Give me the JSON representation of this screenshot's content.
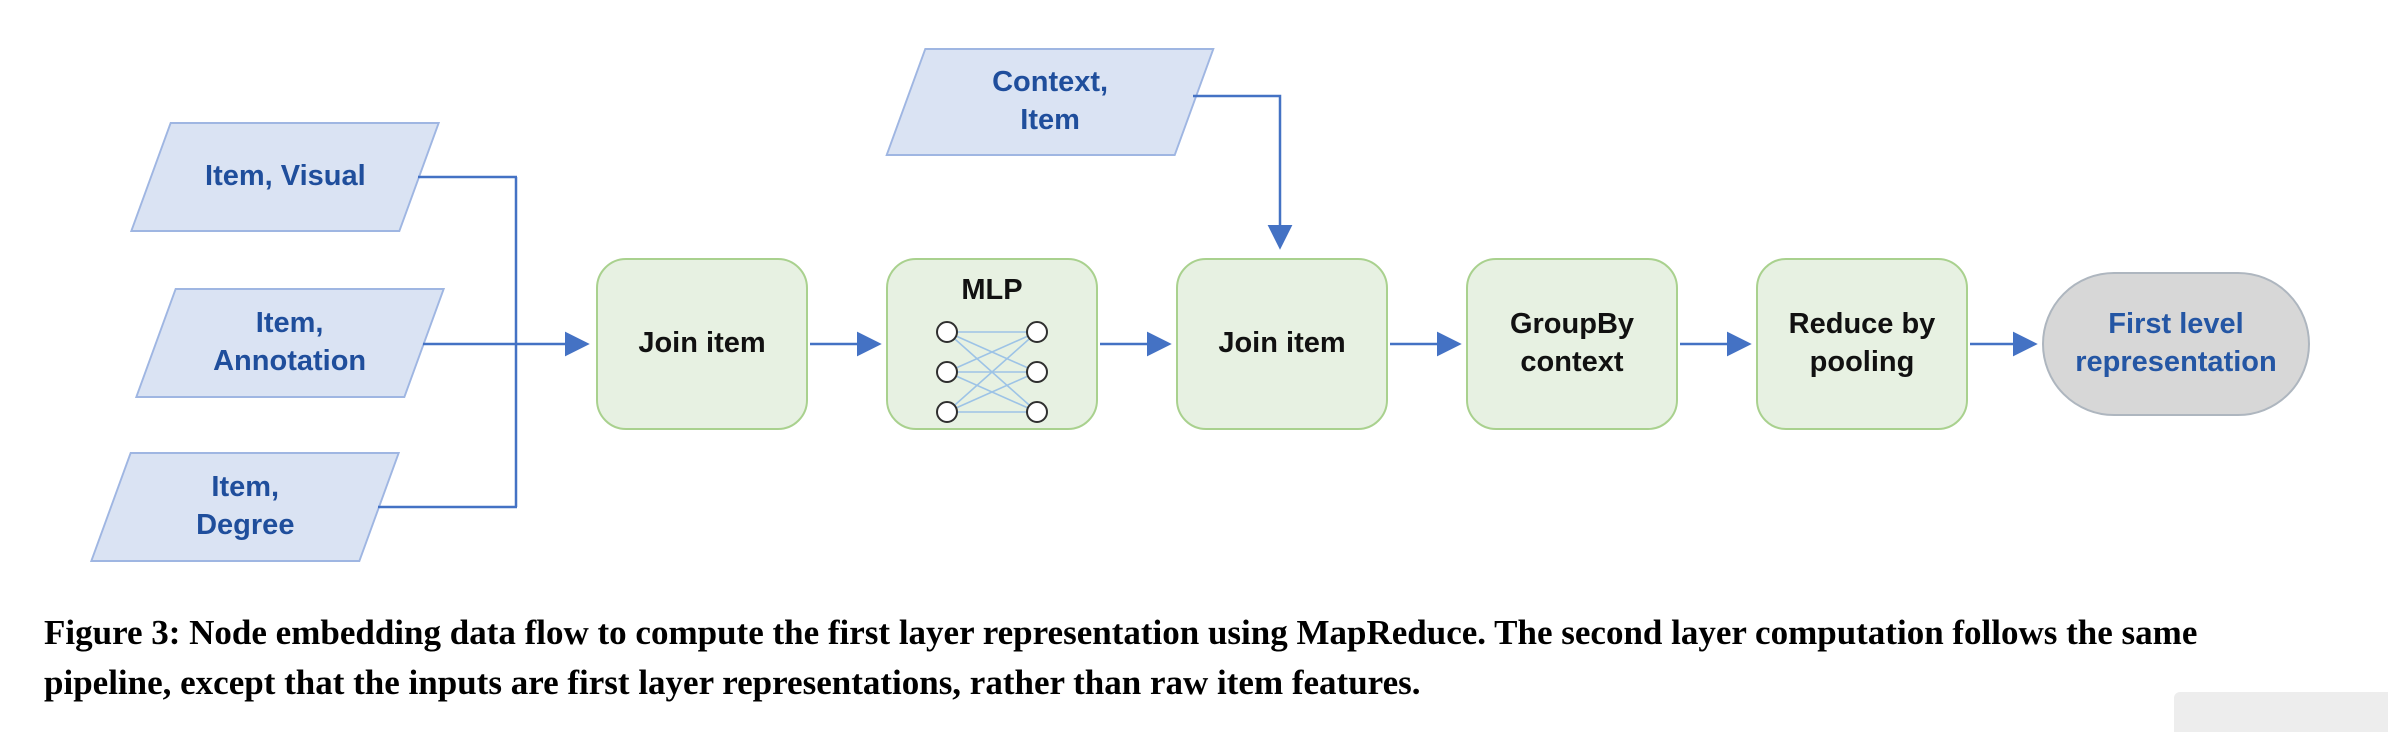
{
  "diagram": {
    "inputs": [
      {
        "lines": [
          "Item, Visual"
        ]
      },
      {
        "lines": [
          "Item,",
          "Annotation"
        ]
      },
      {
        "lines": [
          "Item,",
          "Degree"
        ]
      }
    ],
    "context_input": {
      "lines": [
        "Context,",
        "Item"
      ]
    },
    "stages": {
      "join1": {
        "label": "Join item"
      },
      "mlp": {
        "label": "MLP"
      },
      "join2": {
        "label": "Join item"
      },
      "groupby": {
        "lines": [
          "GroupBy",
          "context"
        ]
      },
      "reduce": {
        "lines": [
          "Reduce by",
          "pooling"
        ]
      }
    },
    "output": {
      "lines": [
        "First level",
        "representation"
      ]
    },
    "colors": {
      "input_fill": "#dae3f3",
      "input_border": "#9fb6e2",
      "input_text": "#1f4e9c",
      "stage_fill": "#e7f1e2",
      "stage_border": "#a9d18e",
      "stage_text": "#111111",
      "output_fill": "#d7d7d7",
      "output_border": "#aeb6bf",
      "output_text": "#2456a4",
      "arrow": "#4472c4"
    }
  },
  "caption": {
    "text": "Figure 3: Node embedding data flow to compute the first layer representation using MapReduce. The second layer computation follows the same pipeline, except that the inputs are first layer representations, rather than raw item features."
  }
}
